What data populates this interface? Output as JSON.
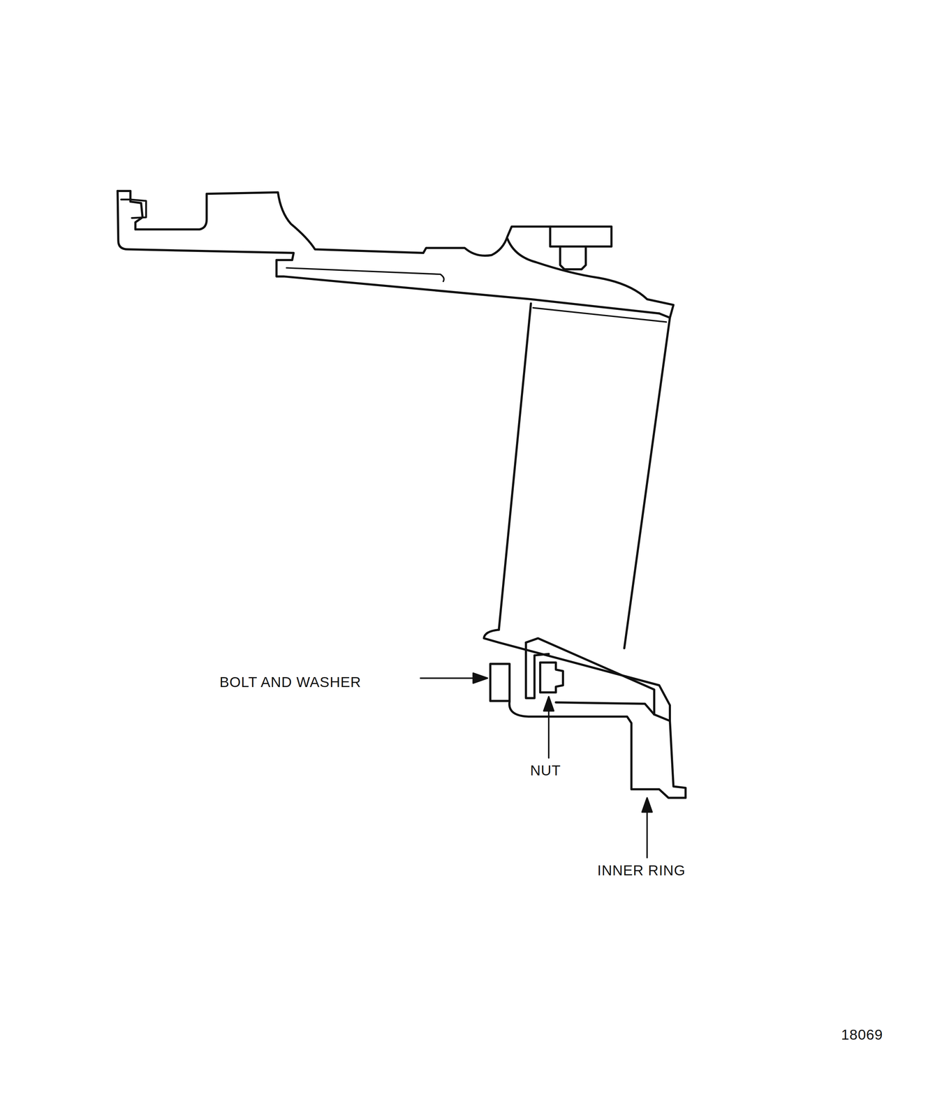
{
  "diagram": {
    "labels": [
      "BOLT AND WASHER",
      "NUT",
      "INNER RING",
      "18069"
    ]
  }
}
